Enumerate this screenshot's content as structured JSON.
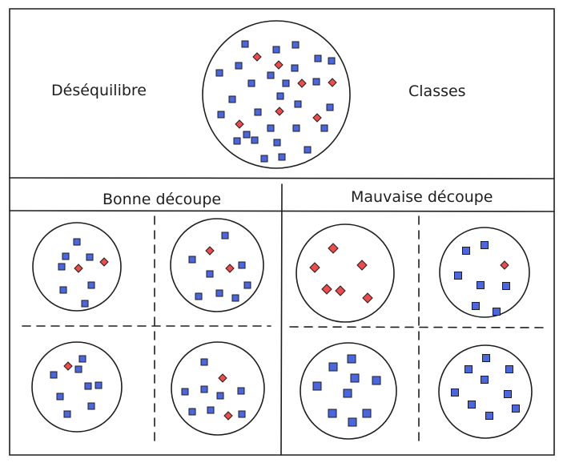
{
  "labels": {
    "left": "Déséquilibre",
    "right": "Classes",
    "good": "Bonne découpe",
    "bad": "Mauvaise découpe"
  },
  "colors": {
    "stroke": "#1e1e1e",
    "majority_fill": "#4a66e0",
    "minority_fill": "#ef4b4b",
    "background": "#ffffff"
  },
  "legend_semantics": {
    "majority_shape": "square",
    "minority_shape": "diamond"
  }
}
